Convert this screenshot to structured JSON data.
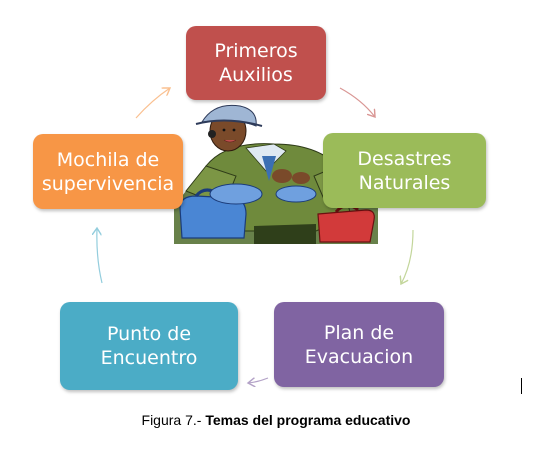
{
  "nodes": {
    "top": {
      "label": "Primeros\nAuxilios",
      "color": "#c0504d"
    },
    "right": {
      "label": "Desastres\nNaturales",
      "color": "#9bbb59"
    },
    "bottom_right": {
      "label": "Plan de\nEvacuacion",
      "color": "#8064a2"
    },
    "bottom_left": {
      "label": "Punto de\nEncuentro",
      "color": "#4bacc6"
    },
    "left": {
      "label": "Mochila de\nsupervivencia",
      "color": "#f79646"
    }
  },
  "caption": {
    "prefix": "Figura 7.- ",
    "title": "Temas del programa educativo"
  }
}
